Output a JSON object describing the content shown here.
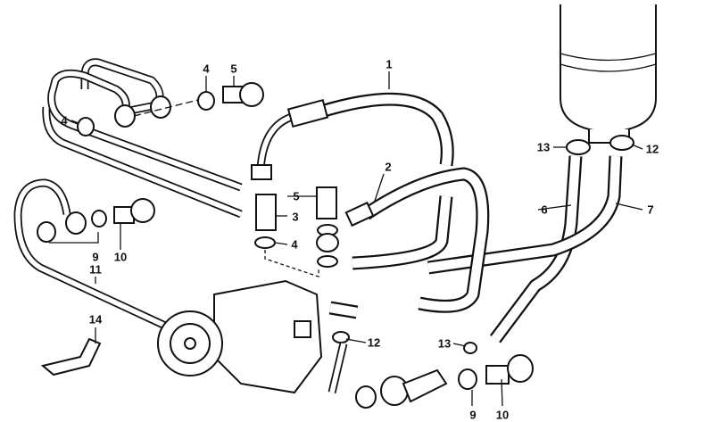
{
  "diagram": {
    "labels": {
      "hose_1": "1",
      "hose_2": "2",
      "adapter_3": "3",
      "washer_4_top": "4",
      "washer_4_left": "4",
      "washer_4_mid": "4",
      "bolt_5_top": "5",
      "bolt_5_mid": "5",
      "hose_6": "6",
      "hose_7": "7",
      "washer_9_left": "9",
      "washer_9_bottom": "9",
      "bolt_10_left": "10",
      "bolt_10_bottom": "10",
      "line_11": "11",
      "clamp_12_top": "12",
      "clamp_12_mid": "12",
      "clamp_13_top": "13",
      "clamp_13_bottom": "13",
      "bracket_14": "14"
    }
  }
}
